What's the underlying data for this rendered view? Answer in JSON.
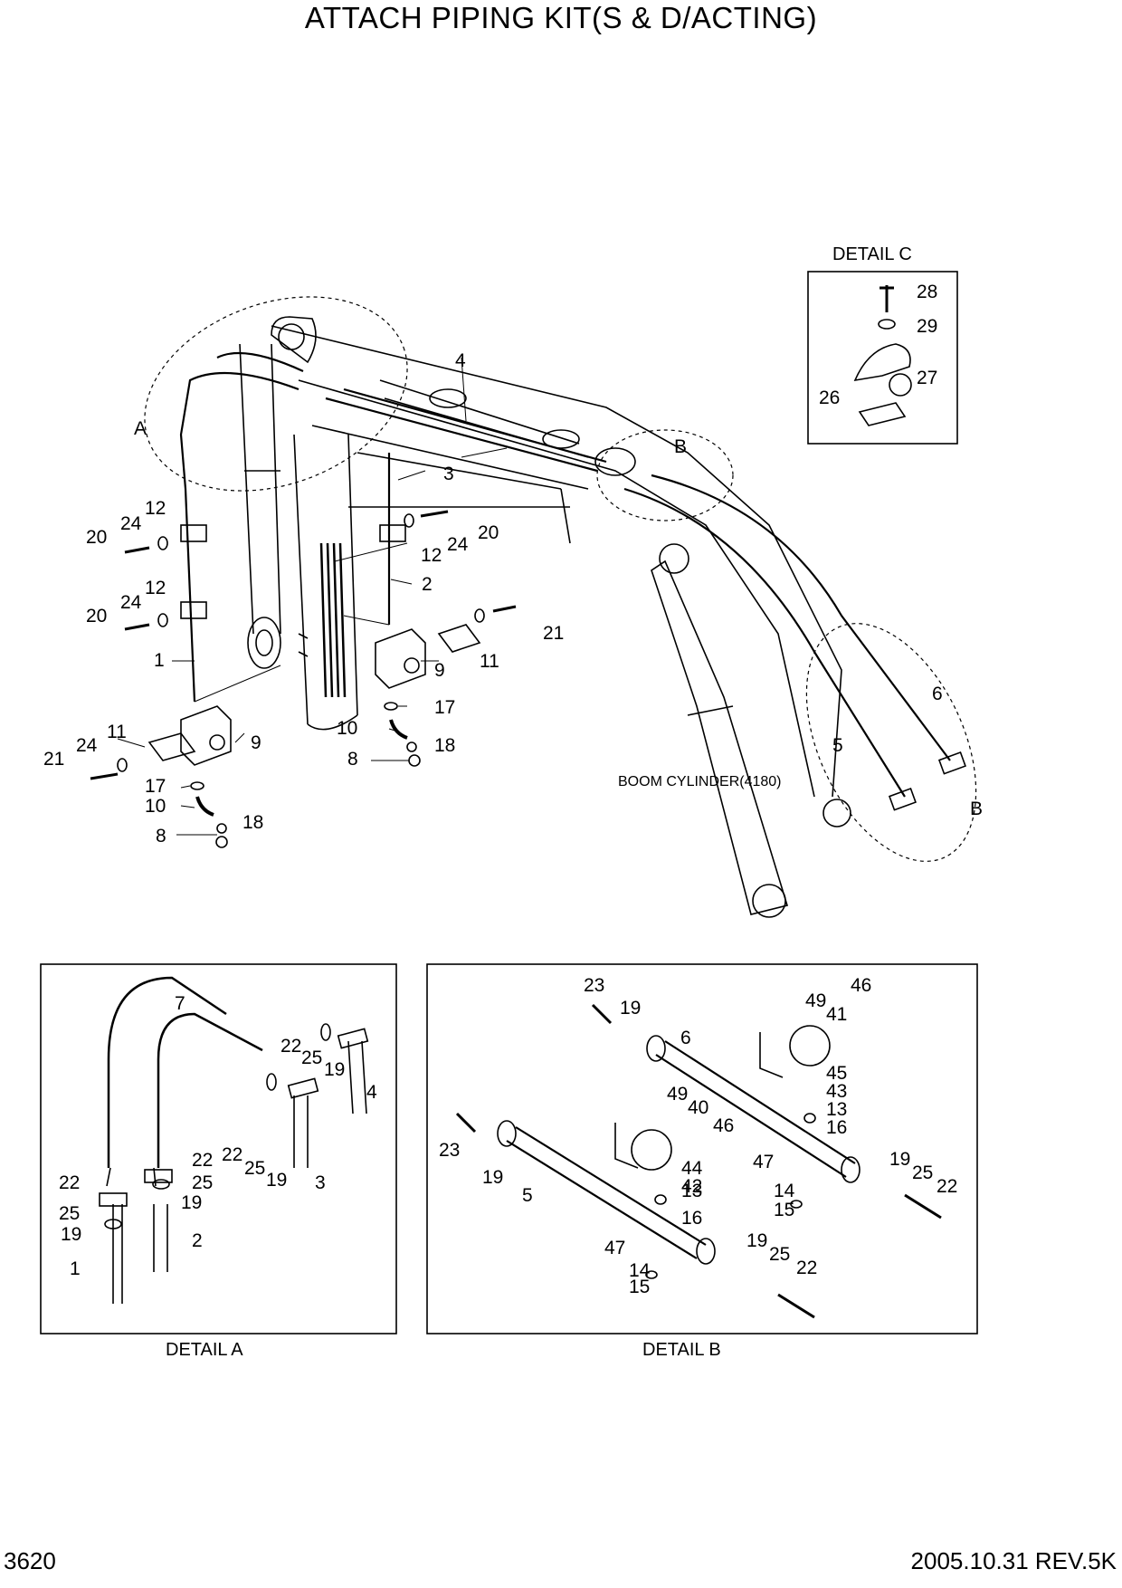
{
  "title": "ATTACH PIPING KIT(S & D/ACTING)",
  "page_number": "3620",
  "revision": "2005.10.31  REV.5K",
  "captions": {
    "detail_a": "DETAIL A",
    "detail_b": "DETAIL B",
    "detail_c": "DETAIL  C",
    "boom_cylinder": "BOOM CYLINDER(4180)",
    "circle_a": "A",
    "circle_b_top": "B",
    "circle_b_bottom": "B"
  },
  "main_labels": [
    "1",
    "2",
    "3",
    "4",
    "5",
    "6",
    "8",
    "8",
    "9",
    "9",
    "10",
    "10",
    "11",
    "11",
    "12",
    "12",
    "12",
    "17",
    "17",
    "18",
    "18",
    "20",
    "20",
    "20",
    "21",
    "21",
    "24",
    "24",
    "24",
    "24"
  ],
  "detail_c_labels": [
    "26",
    "27",
    "28",
    "29"
  ],
  "detail_a_labels": [
    "1",
    "2",
    "3",
    "4",
    "7",
    "19",
    "19",
    "19",
    "19",
    "22",
    "22",
    "22",
    "22",
    "25",
    "25",
    "25",
    "25"
  ],
  "detail_b_labels": [
    "5",
    "6",
    "13",
    "13",
    "14",
    "14",
    "15",
    "15",
    "16",
    "16",
    "19",
    "19",
    "19",
    "19",
    "22",
    "22",
    "23",
    "23",
    "25",
    "25",
    "40",
    "41",
    "42",
    "43",
    "44",
    "45",
    "46",
    "46",
    "47",
    "47",
    "49",
    "49"
  ]
}
